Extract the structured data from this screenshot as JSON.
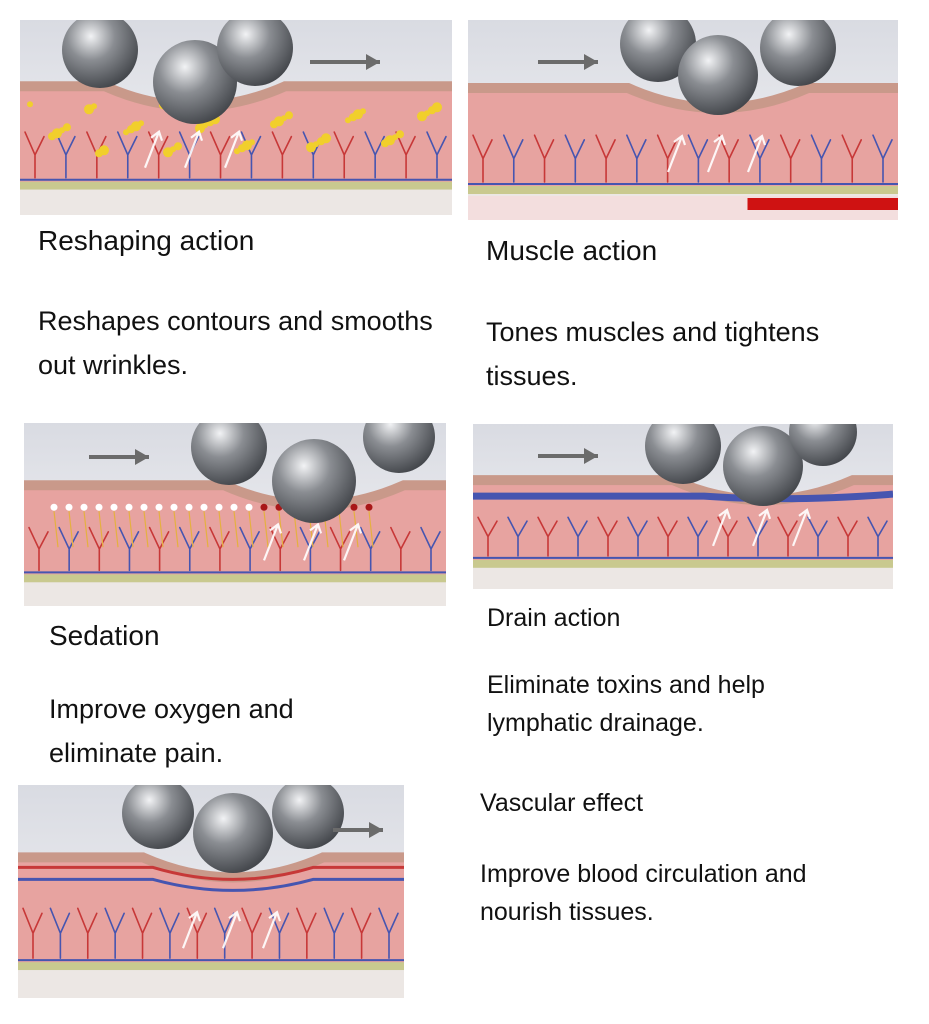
{
  "sections": [
    {
      "title": "Reshaping action",
      "description": "Reshapes contours and smooths out wrinkles.",
      "feature": "fat"
    },
    {
      "title": "Muscle action",
      "description": "Tones muscles and tightens tissues.",
      "feature": "muscle"
    },
    {
      "title": "Sedation",
      "description": "Improve oxygen and eliminate pain.",
      "feature": "nerve"
    },
    {
      "title": "Drain action",
      "description": "Eliminate toxins and help lymphatic drainage.",
      "feature": "lymph"
    },
    {
      "title": "Vascular effect",
      "description": "Improve blood circulation and nourish tissues.",
      "feature": "vessel"
    }
  ],
  "colors": {
    "skin": "#e7a3a0",
    "epidermis": "#c9998a",
    "ball": "#8a8d92",
    "artery": "#c73838",
    "vein": "#4655b0",
    "fat": "#f1cf2c",
    "muscle": "#cf1212",
    "base": "#c9c98f",
    "arrow": "#6b6b6b"
  },
  "icons": [
    "roller-ball-icon",
    "direction-arrow-icon",
    "flow-arrow-icon"
  ]
}
